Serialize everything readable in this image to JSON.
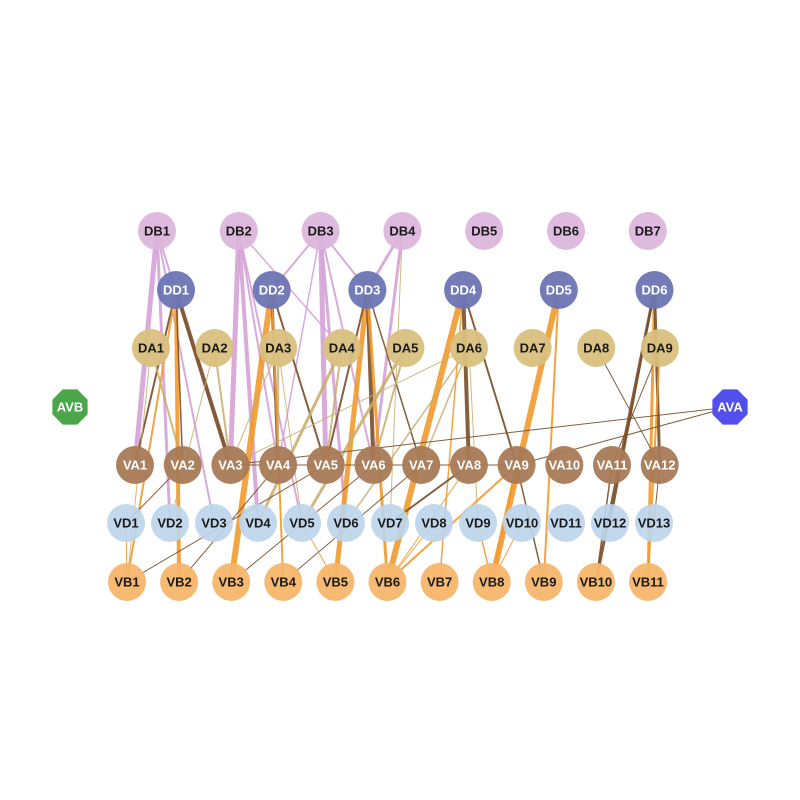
{
  "colors": {
    "DB": "#dcb4dc",
    "DD": "#6b75b3",
    "DA": "#d9c07e",
    "VA": "#a87a56",
    "VD": "#bdd5ec",
    "VB": "#f6b66a",
    "AVB": "#3fa13f",
    "AVA": "#4a46ec",
    "edge_dark": "#7a4e28",
    "edge_orange": "#f19a2e",
    "edge_pink": "#d4a3d6",
    "edge_tan": "#c8ad6a",
    "label_dark": "#1a1a1a",
    "label_light": "#ffffff"
  },
  "nodes": {
    "DB": [
      "DB1",
      "DB2",
      "DB3",
      "DB4",
      "DB5",
      "DB6",
      "DB7"
    ],
    "DD": [
      "DD1",
      "DD2",
      "DD3",
      "DD4",
      "DD5",
      "DD6"
    ],
    "DA": [
      "DA1",
      "DA2",
      "DA3",
      "DA4",
      "DA5",
      "DA6",
      "DA7",
      "DA8",
      "DA9"
    ],
    "VA": [
      "VA1",
      "VA2",
      "VA3",
      "VA4",
      "VA5",
      "VA6",
      "VA7",
      "VA8",
      "VA9",
      "VA10",
      "VA11",
      "VA12"
    ],
    "VD": [
      "VD1",
      "VD2",
      "VD3",
      "VD4",
      "VD5",
      "VD6",
      "VD7",
      "VD8",
      "VD9",
      "VD10",
      "VD11",
      "VD12",
      "VD13"
    ],
    "VB": [
      "VB1",
      "VB2",
      "VB3",
      "VB4",
      "VB5",
      "VB6",
      "VB7",
      "VB8",
      "VB9",
      "VB10",
      "VB11"
    ],
    "interneurons": [
      "AVB",
      "AVA"
    ]
  },
  "edges": [
    {
      "from": "DB1",
      "to": "VA1",
      "kind": "pink",
      "w": 5
    },
    {
      "from": "DB1",
      "to": "VD2",
      "kind": "pink",
      "w": 3
    },
    {
      "from": "DB1",
      "to": "VD3",
      "kind": "pink",
      "w": 2
    },
    {
      "from": "DB1",
      "to": "VA3",
      "kind": "pink",
      "w": 2
    },
    {
      "from": "DB2",
      "to": "VA3",
      "kind": "pink",
      "w": 5
    },
    {
      "from": "DB2",
      "to": "VD4",
      "kind": "pink",
      "w": 4
    },
    {
      "from": "DB2",
      "to": "VA4",
      "kind": "pink",
      "w": 2
    },
    {
      "from": "DB2",
      "to": "VD5",
      "kind": "pink",
      "w": 2
    },
    {
      "from": "DB2",
      "to": "DA4",
      "kind": "pink",
      "w": 1.5
    },
    {
      "from": "DB3",
      "to": "VA5",
      "kind": "pink",
      "w": 5
    },
    {
      "from": "DB3",
      "to": "VD6",
      "kind": "pink",
      "w": 3
    },
    {
      "from": "DB3",
      "to": "VA6",
      "kind": "pink",
      "w": 2
    },
    {
      "from": "DB3",
      "to": "DD2",
      "kind": "pink",
      "w": 2
    },
    {
      "from": "DB3",
      "to": "DD3",
      "kind": "pink",
      "w": 2
    },
    {
      "from": "DB3",
      "to": "VA4",
      "kind": "pink",
      "w": 1.5
    },
    {
      "from": "DB4",
      "to": "VA6",
      "kind": "pink",
      "w": 3
    },
    {
      "from": "DB4",
      "to": "DD3",
      "kind": "pink",
      "w": 3
    },
    {
      "from": "DB4",
      "to": "VD7",
      "kind": "tan",
      "w": 1
    },
    {
      "from": "DD1",
      "to": "VA3",
      "kind": "dark",
      "w": 4
    },
    {
      "from": "DD1",
      "to": "VB2",
      "kind": "orange",
      "w": 4
    },
    {
      "from": "DD1",
      "to": "VA1",
      "kind": "dark",
      "w": 2
    },
    {
      "from": "DD1",
      "to": "VB1",
      "kind": "orange",
      "w": 2
    },
    {
      "from": "DD1",
      "to": "VA2",
      "kind": "dark",
      "w": 1.5
    },
    {
      "from": "DD2",
      "to": "VB3",
      "kind": "orange",
      "w": 6
    },
    {
      "from": "DD2",
      "to": "VA4",
      "kind": "dark",
      "w": 3
    },
    {
      "from": "DD2",
      "to": "VA5",
      "kind": "dark",
      "w": 2
    },
    {
      "from": "DD2",
      "to": "VB4",
      "kind": "orange",
      "w": 2
    },
    {
      "from": "DD3",
      "to": "VB5",
      "kind": "orange",
      "w": 5
    },
    {
      "from": "DD3",
      "to": "VA6",
      "kind": "dark",
      "w": 4
    },
    {
      "from": "DD3",
      "to": "VB6",
      "kind": "orange",
      "w": 3
    },
    {
      "from": "DD3",
      "to": "VA5",
      "kind": "dark",
      "w": 2
    },
    {
      "from": "DD3",
      "to": "VA7",
      "kind": "dark",
      "w": 1.5
    },
    {
      "from": "DD4",
      "to": "VB6",
      "kind": "orange",
      "w": 6
    },
    {
      "from": "DD4",
      "to": "VA8",
      "kind": "dark",
      "w": 4
    },
    {
      "from": "DD4",
      "to": "VA9",
      "kind": "dark",
      "w": 2
    },
    {
      "from": "DD4",
      "to": "VB7",
      "kind": "orange",
      "w": 1.5
    },
    {
      "from": "DD5",
      "to": "VB8",
      "kind": "orange",
      "w": 6
    },
    {
      "from": "DD5",
      "to": "VB9",
      "kind": "orange",
      "w": 2
    },
    {
      "from": "DD6",
      "to": "VB10",
      "kind": "dark",
      "w": 3
    },
    {
      "from": "DD6",
      "to": "VB11",
      "kind": "orange",
      "w": 3
    },
    {
      "from": "DD6",
      "to": "VA12",
      "kind": "dark",
      "w": 3
    },
    {
      "from": "DD6",
      "to": "VD12",
      "kind": "dark",
      "w": 2
    },
    {
      "from": "DA1",
      "to": "VA2",
      "kind": "tan",
      "w": 2
    },
    {
      "from": "DA1",
      "to": "VB1",
      "kind": "tan",
      "w": 1
    },
    {
      "from": "DA2",
      "to": "VA3",
      "kind": "tan",
      "w": 2
    },
    {
      "from": "DA2",
      "to": "VD2",
      "kind": "tan",
      "w": 1
    },
    {
      "from": "DA3",
      "to": "VA4",
      "kind": "tan",
      "w": 2
    },
    {
      "from": "DA3",
      "to": "VA3",
      "kind": "tan",
      "w": 1
    },
    {
      "from": "DA3",
      "to": "VD5",
      "kind": "tan",
      "w": 1
    },
    {
      "from": "DA4",
      "to": "VA5",
      "kind": "tan",
      "w": 2
    },
    {
      "from": "DA4",
      "to": "VD4",
      "kind": "tan",
      "w": 3
    },
    {
      "from": "DA5",
      "to": "VA6",
      "kind": "tan",
      "w": 2
    },
    {
      "from": "DA5",
      "to": "VD5",
      "kind": "tan",
      "w": 3
    },
    {
      "from": "DA6",
      "to": "VA7",
      "kind": "tan",
      "w": 1.5
    },
    {
      "from": "DA6",
      "to": "VA3",
      "kind": "tan",
      "w": 1
    },
    {
      "from": "DA6",
      "to": "VD6",
      "kind": "tan",
      "w": 1.5
    },
    {
      "from": "DA6",
      "to": "VD9",
      "kind": "tan",
      "w": 1
    },
    {
      "from": "DA8",
      "to": "VA12",
      "kind": "dark",
      "w": 1
    },
    {
      "from": "DA9",
      "to": "VA11",
      "kind": "dark",
      "w": 1
    },
    {
      "from": "DA9",
      "to": "VB11",
      "kind": "orange",
      "w": 2
    },
    {
      "from": "VA2",
      "to": "VD1",
      "kind": "dark",
      "w": 1
    },
    {
      "from": "VA3",
      "to": "VA9",
      "kind": "dark",
      "w": 1
    },
    {
      "from": "VA4",
      "to": "VB2",
      "kind": "dark",
      "w": 1
    },
    {
      "from": "VA7",
      "to": "VB4",
      "kind": "dark",
      "w": 1
    },
    {
      "from": "VA8",
      "to": "VD7",
      "kind": "dark",
      "w": 2
    },
    {
      "from": "VA9",
      "to": "VB6",
      "kind": "orange",
      "w": 2
    },
    {
      "from": "VA9",
      "to": "VB9",
      "kind": "dark",
      "w": 1.5
    },
    {
      "from": "VA11",
      "to": "VB10",
      "kind": "dark",
      "w": 1.5
    },
    {
      "from": "VA12",
      "to": "VD13",
      "kind": "dark",
      "w": 1
    },
    {
      "from": "VD1",
      "to": "VB1",
      "kind": "orange",
      "w": 1
    },
    {
      "from": "VD5",
      "to": "VB5",
      "kind": "orange",
      "w": 1
    },
    {
      "from": "VD8",
      "to": "VB6",
      "kind": "orange",
      "w": 1
    },
    {
      "from": "VD9",
      "to": "VB8",
      "kind": "orange",
      "w": 1.5
    },
    {
      "from": "VD10",
      "to": "VB8",
      "kind": "orange",
      "w": 1
    },
    {
      "from": "VB1",
      "to": "VA5",
      "kind": "dark",
      "w": 1
    },
    {
      "from": "VB3",
      "to": "VA6",
      "kind": "dark",
      "w": 1
    },
    {
      "from": "VB8",
      "to": "VA9",
      "kind": "orange",
      "w": 2
    },
    {
      "from": "VB6",
      "to": "VA8",
      "kind": "orange",
      "w": 1
    },
    {
      "from": "AVA",
      "to": "VA3",
      "kind": "dark",
      "w": 1
    },
    {
      "from": "AVA",
      "to": "VA9",
      "kind": "dark",
      "w": 1
    }
  ]
}
